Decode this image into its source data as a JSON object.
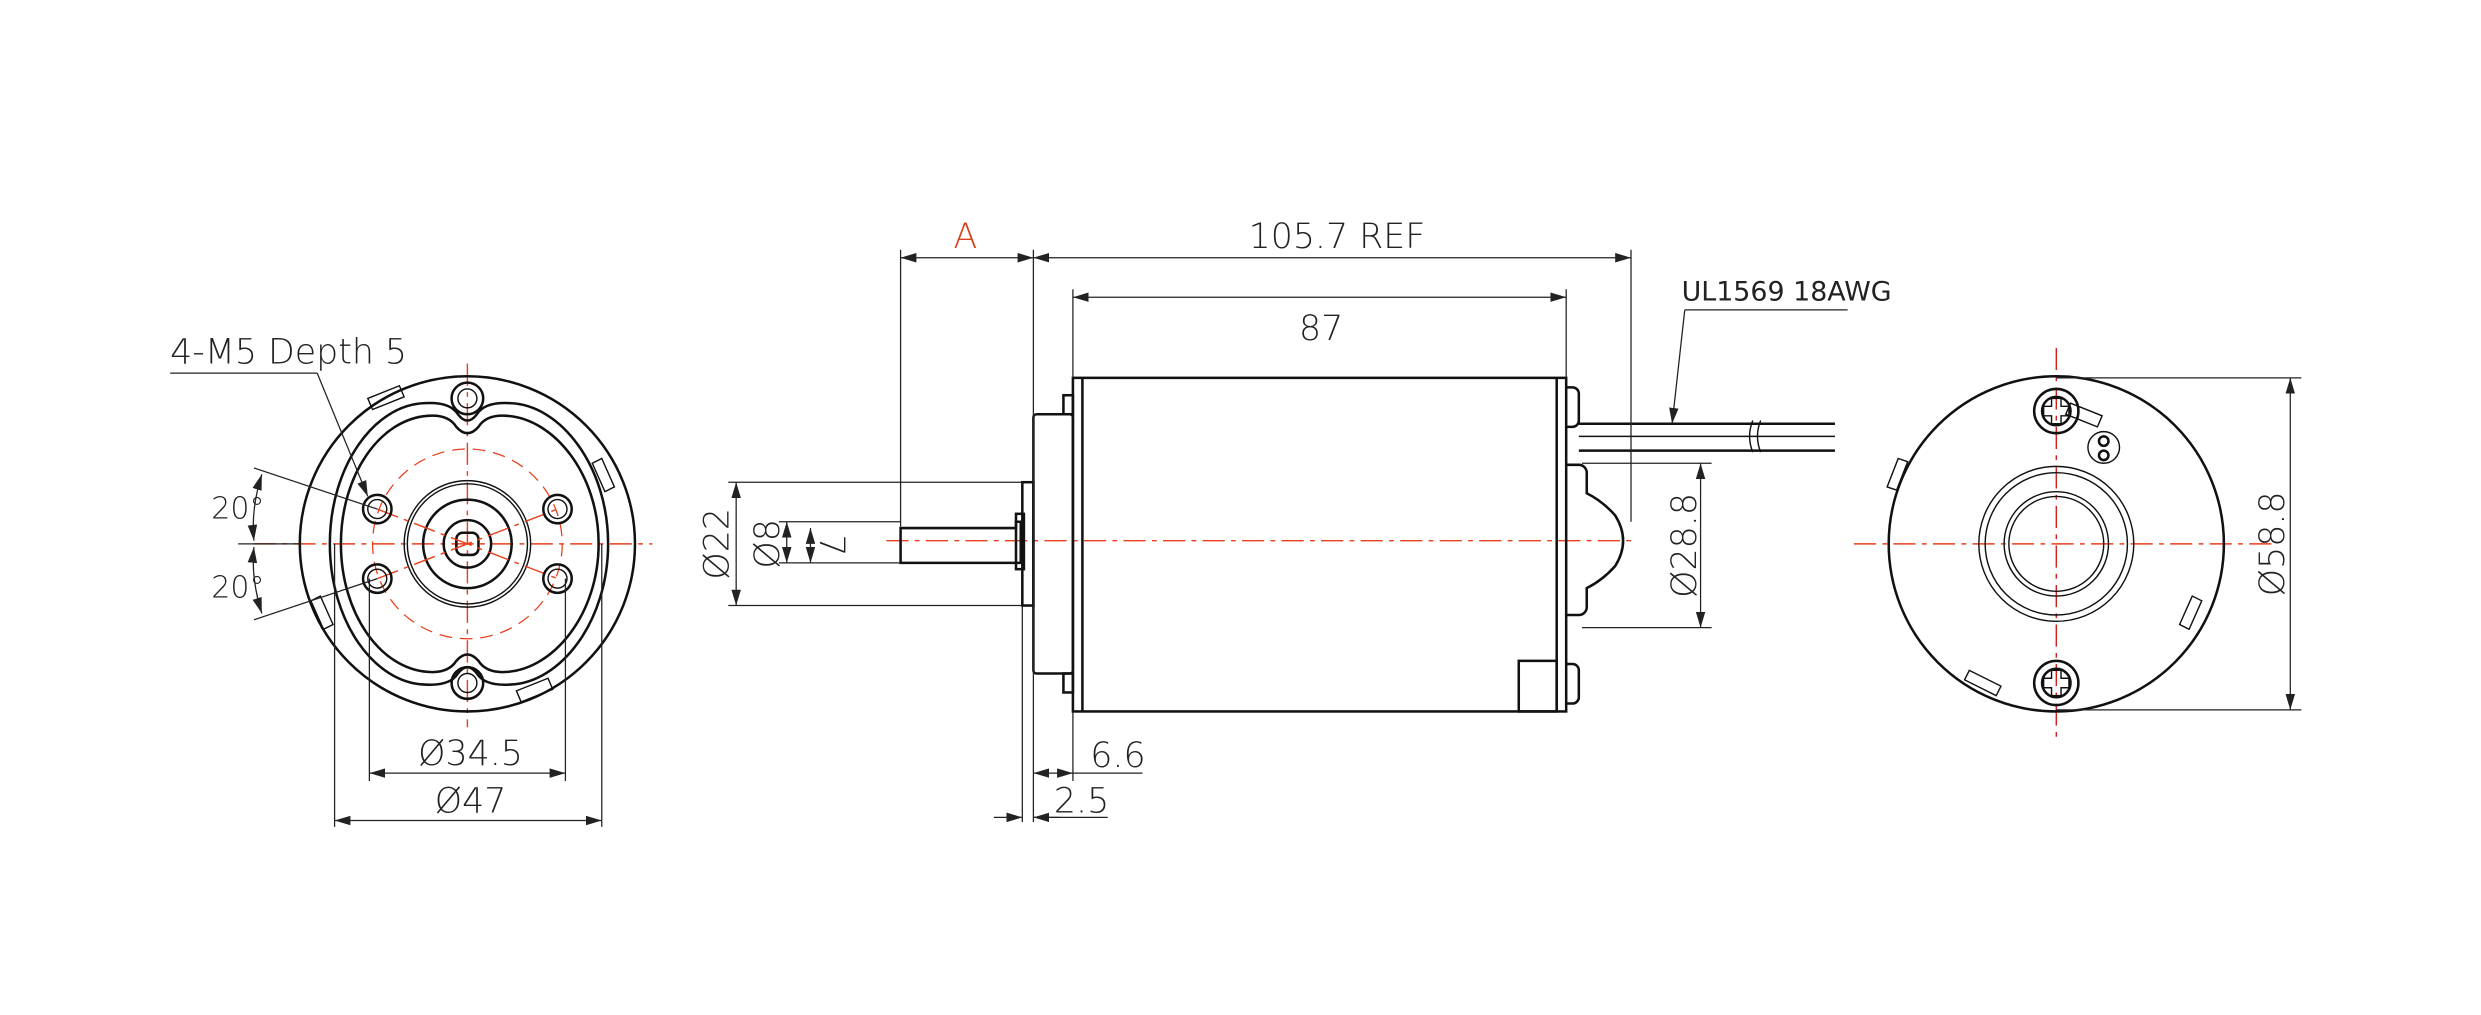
{
  "left_view": {
    "thread_note": "4-M5 Depth 5",
    "angle_top": "20°",
    "angle_bottom": "20°",
    "bolt_circle_dim": "Ø34.5",
    "outer_dim": "Ø47"
  },
  "side_view": {
    "shaft_length_label": "A",
    "overall_length": "105.7 REF",
    "body_length": "87",
    "wire_spec": "UL1569 18AWG",
    "rear_boss_dim": "Ø28.8",
    "pilot_dim": "Ø22",
    "shaft_dim": "Ø8",
    "flat_dim": "7",
    "pilot_offset": "6.6",
    "flange_thickness": "2.5"
  },
  "right_view": {
    "body_dim": "Ø58.8"
  },
  "colors": {
    "line": "#111111",
    "centerline": "#e8401c",
    "highlight": "#d8401c"
  }
}
